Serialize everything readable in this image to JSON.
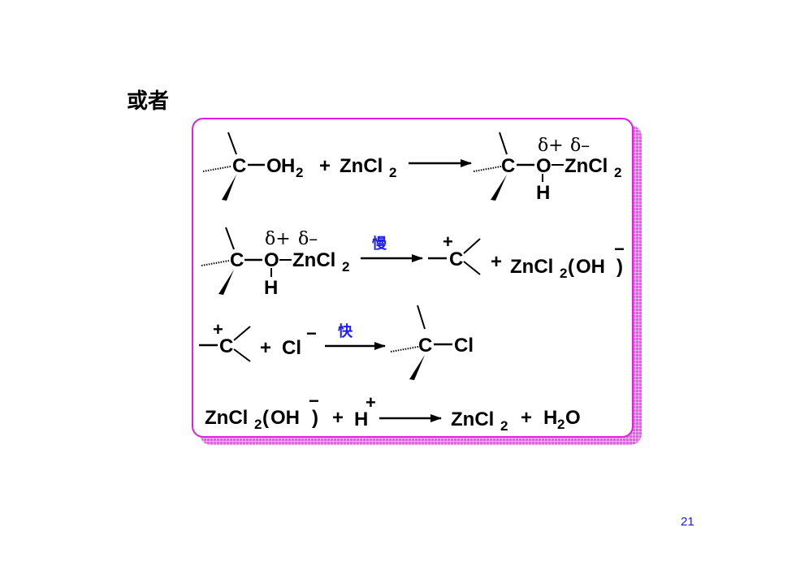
{
  "heading": "或者",
  "page_number": "21",
  "labels": {
    "carbon": "C",
    "oxygen": "O",
    "hydrogen": "H",
    "chlorine": "Cl",
    "hydroxy_group": "OH",
    "zinc_chloride": "ZnCl",
    "zinc_hydroxide": "ZnCl",
    "proton": "H",
    "chloride": "Cl",
    "water": "H",
    "subscript_two": "2",
    "open_paren": "(",
    "close_paren": ")",
    "plus_sign": "+",
    "delta_plus": "δ+",
    "delta_minus": "δ–",
    "positive_charge": "+",
    "negative_charge": "−",
    "slow_label": "慢",
    "fast_label": "快"
  }
}
